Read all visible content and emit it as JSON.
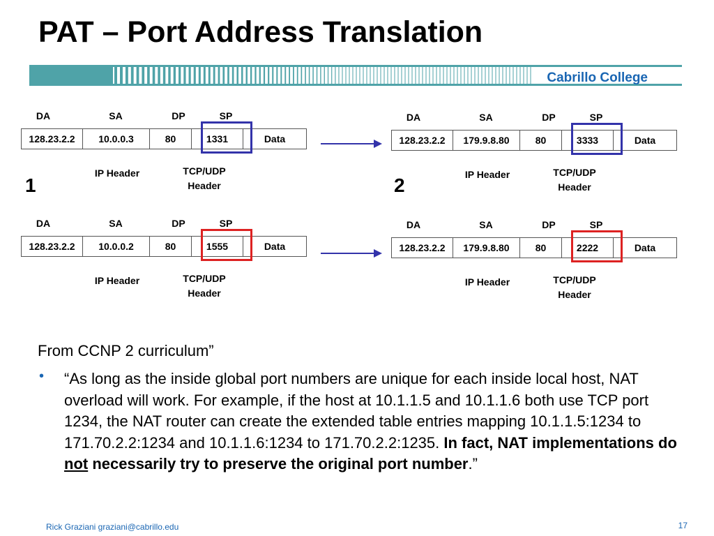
{
  "title": "PAT – Port Address Translation",
  "brand": "Cabrillo College",
  "panels": [
    {
      "field_labels": [
        "DA",
        "SA",
        "DP",
        "SP"
      ],
      "cells": [
        "128.23.2.2",
        "10.0.0.3",
        "80",
        "1331",
        "Data"
      ],
      "ip_header": "IP Header",
      "tcp_header": "TCP/UDP Header",
      "highlight_color": "#3333aa"
    },
    {
      "field_labels": [
        "DA",
        "SA",
        "DP",
        "SP"
      ],
      "cells": [
        "128.23.2.2",
        "179.9.8.80",
        "80",
        "3333",
        "Data"
      ],
      "ip_header": "IP Header",
      "tcp_header": "TCP/UDP Header",
      "highlight_color": "#3333aa"
    },
    {
      "field_labels": [
        "DA",
        "SA",
        "DP",
        "SP"
      ],
      "cells": [
        "128.23.2.2",
        "10.0.0.2",
        "80",
        "1555",
        "Data"
      ],
      "ip_header": "IP Header",
      "tcp_header": "TCP/UDP Header",
      "highlight_color": "#dd2222"
    },
    {
      "field_labels": [
        "DA",
        "SA",
        "DP",
        "SP"
      ],
      "cells": [
        "128.23.2.2",
        "179.9.8.80",
        "80",
        "2222",
        "Data"
      ],
      "ip_header": "IP Header",
      "tcp_header": "TCP/UDP Header",
      "highlight_color": "#dd2222"
    }
  ],
  "step_labels": [
    "1",
    "2"
  ],
  "lead": "From CCNP 2 curriculum”",
  "quote": {
    "plain": "“As long as the inside global port numbers are unique for each inside local host, NAT overload will work. For example, if the host at 10.1.1.5 and 10.1.1.6 both use TCP port 1234, the NAT router can create the extended table entries mapping 10.1.1.5:1234 to 171.70.2.2:1234 and 10.1.1.6:1234 to 171.70.2.2:1235. ",
    "bold1": "In fact, NAT implementations do ",
    "underline": "not",
    "bold2": " necessarily try to preserve the original port number",
    "end": ".”"
  },
  "footer": {
    "author": "Rick Graziani  graziani@cabrillo.edu",
    "page": "17"
  },
  "colors": {
    "brand": "#1a66b3",
    "arrow": "#3333aa",
    "bar": "#4fa3a8"
  }
}
